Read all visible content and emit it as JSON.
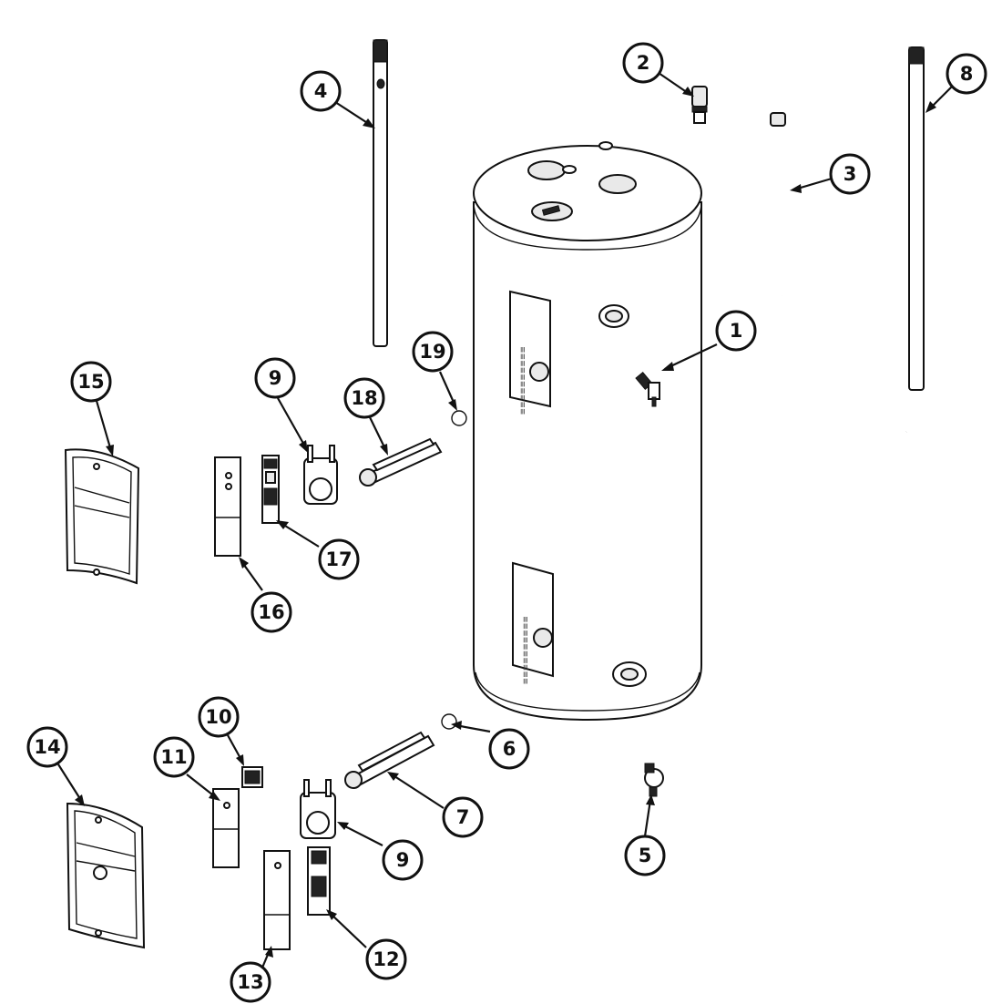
{
  "diagram": {
    "type": "exploded-parts-view",
    "callouts": [
      {
        "id": "c1",
        "label": "1"
      },
      {
        "id": "c2",
        "label": "2"
      },
      {
        "id": "c3",
        "label": "3"
      },
      {
        "id": "c4",
        "label": "4"
      },
      {
        "id": "c5",
        "label": "5"
      },
      {
        "id": "c6",
        "label": "6"
      },
      {
        "id": "c7",
        "label": "7"
      },
      {
        "id": "c8",
        "label": "8"
      },
      {
        "id": "c9a",
        "label": "9"
      },
      {
        "id": "c9b",
        "label": "9"
      },
      {
        "id": "c10",
        "label": "10"
      },
      {
        "id": "c11",
        "label": "11"
      },
      {
        "id": "c12",
        "label": "12"
      },
      {
        "id": "c13",
        "label": "13"
      },
      {
        "id": "c14",
        "label": "14"
      },
      {
        "id": "c15",
        "label": "15"
      },
      {
        "id": "c16",
        "label": "16"
      },
      {
        "id": "c17",
        "label": "17"
      },
      {
        "id": "c18",
        "label": "18"
      },
      {
        "id": "c19",
        "label": "19"
      }
    ]
  }
}
